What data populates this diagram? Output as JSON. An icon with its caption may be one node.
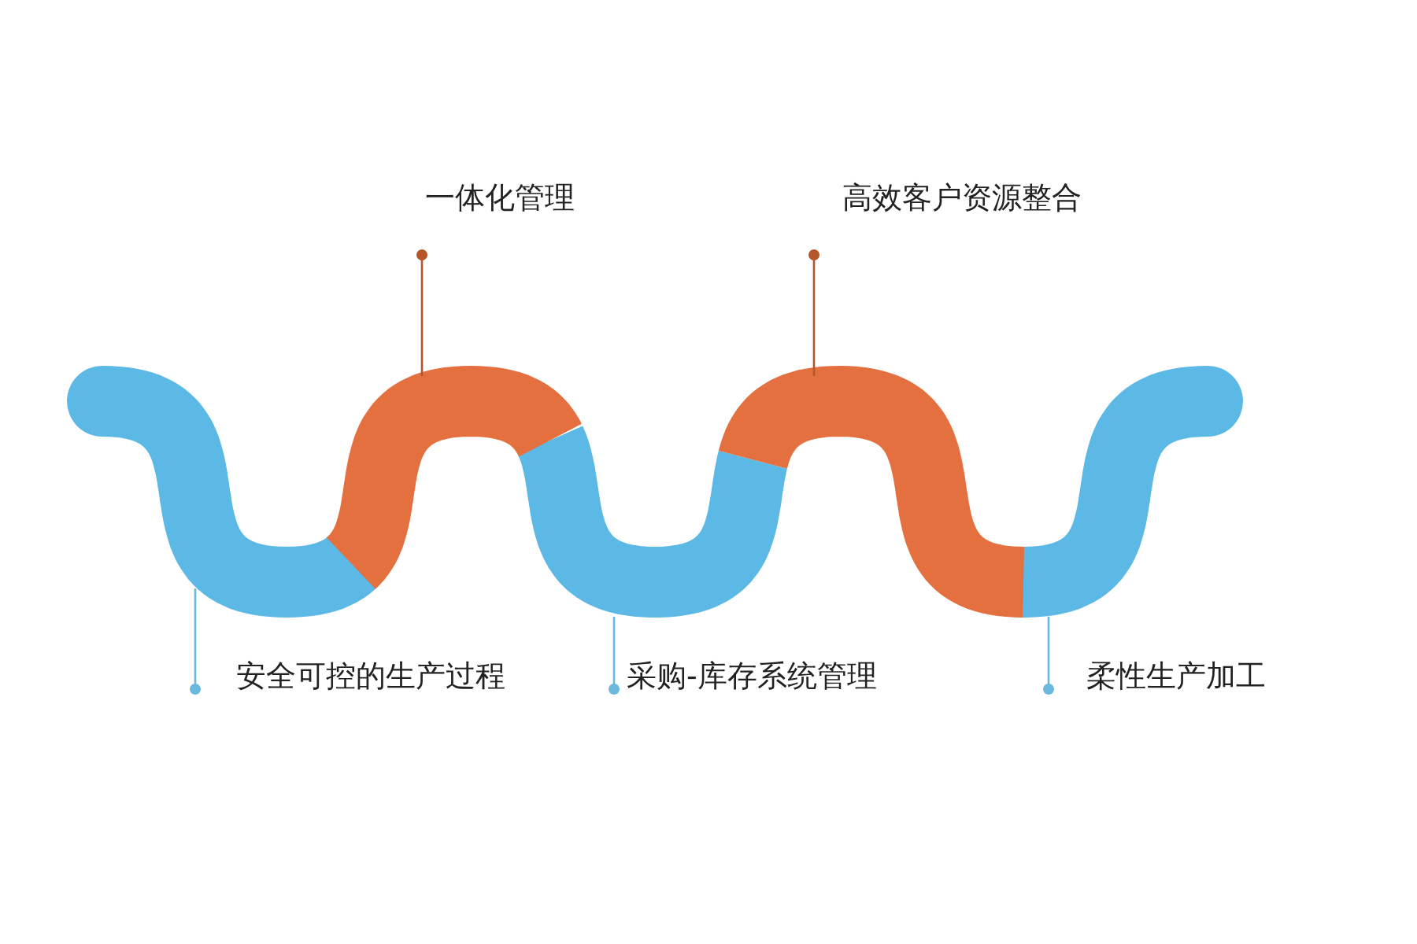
{
  "diagram": {
    "nodes": [
      {
        "text": [],
        "shape": "band"
      },
      {
        "text": [],
        "shape": "band"
      },
      {
        "text": [],
        "shape": "band"
      },
      {
        "text": [],
        "shape": "band"
      },
      {
        "text": [],
        "shape": "band"
      },
      {
        "text": [
          "一体化管理"
        ]
      },
      {
        "text": [
          "高效客户资源整合"
        ]
      },
      {
        "text": [
          "安全可控的生产过程"
        ]
      },
      {
        "text": [
          "采购-库存系统管理"
        ]
      },
      {
        "text": [
          "柔性生产加工"
        ]
      }
    ],
    "edges": [
      {
        "from": 5,
        "to": 1,
        "arrow": "other",
        "color": "#b5552a"
      },
      {
        "from": 6,
        "to": 3,
        "arrow": "other",
        "color": "#b5552a"
      },
      {
        "from": 7,
        "to": 0,
        "arrow": "other",
        "color": "#6ab8de"
      },
      {
        "from": 8,
        "to": 2,
        "arrow": "other",
        "color": "#6ab8de"
      },
      {
        "from": 9,
        "to": 4,
        "arrow": "other",
        "color": "#6ab8de"
      }
    ]
  }
}
